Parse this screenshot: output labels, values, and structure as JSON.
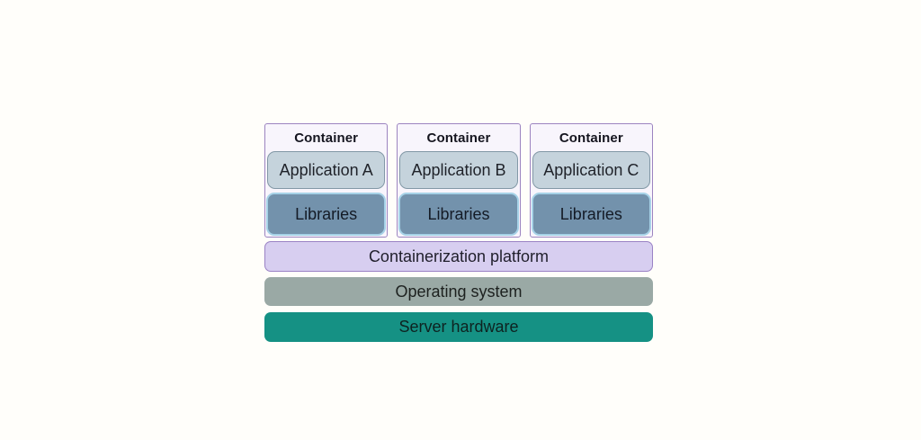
{
  "background_color": "#fffefa",
  "diagram": {
    "containers": [
      {
        "label": "Container",
        "application": "Application A",
        "libraries": "Libraries"
      },
      {
        "label": "Container",
        "application": "Application B",
        "libraries": "Libraries"
      },
      {
        "label": "Container",
        "application": "Application C",
        "libraries": "Libraries"
      }
    ],
    "layers": [
      {
        "label": "Containerization platform",
        "fill": "#d7cef0",
        "border": "#9a82c5"
      },
      {
        "label": "Operating system",
        "fill": "#9aa9a5",
        "border": "#9aa9a5"
      },
      {
        "label": "Server hardware",
        "fill": "#159184",
        "border": "#159184"
      }
    ],
    "accent_colors": {
      "container_border": "#9c84c0",
      "container_fill": "#f8f5fc",
      "application_fill": "#c5d3dc",
      "application_border": "#8298a6",
      "libraries_fill": "#7392ac",
      "libraries_border": "#a6d2e7"
    }
  }
}
